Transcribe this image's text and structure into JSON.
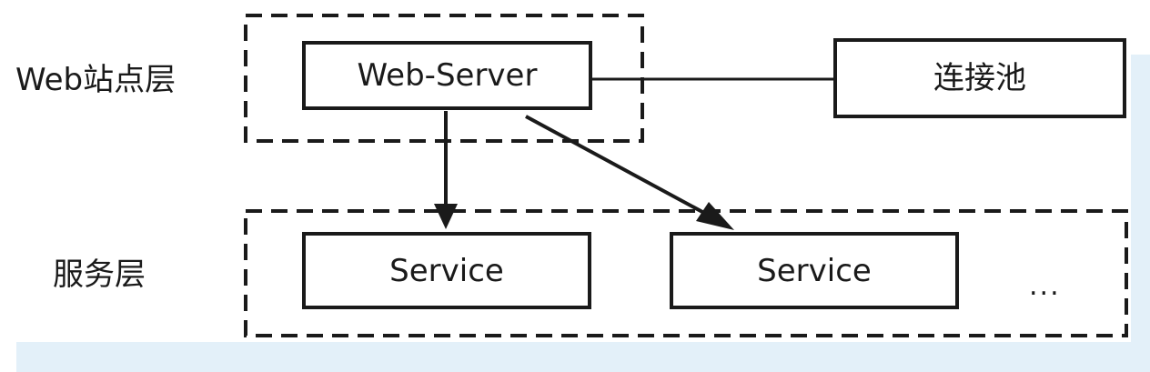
{
  "layers": {
    "web": {
      "label": "Web站点层"
    },
    "service": {
      "label": "服务层"
    }
  },
  "nodes": {
    "web_server": "Web-Server",
    "connection_pool": "连接池",
    "service_1": "Service",
    "service_2": "Service",
    "more": "..."
  },
  "edges": [
    {
      "from": "web_server",
      "to": "connection_pool",
      "style": "line"
    },
    {
      "from": "web_server",
      "to": "service_1",
      "style": "arrow"
    },
    {
      "from": "web_server",
      "to": "service_2",
      "style": "arrow"
    }
  ],
  "colors": {
    "stroke": "#1a1a1a",
    "background_accent": "#e3f0f9"
  }
}
